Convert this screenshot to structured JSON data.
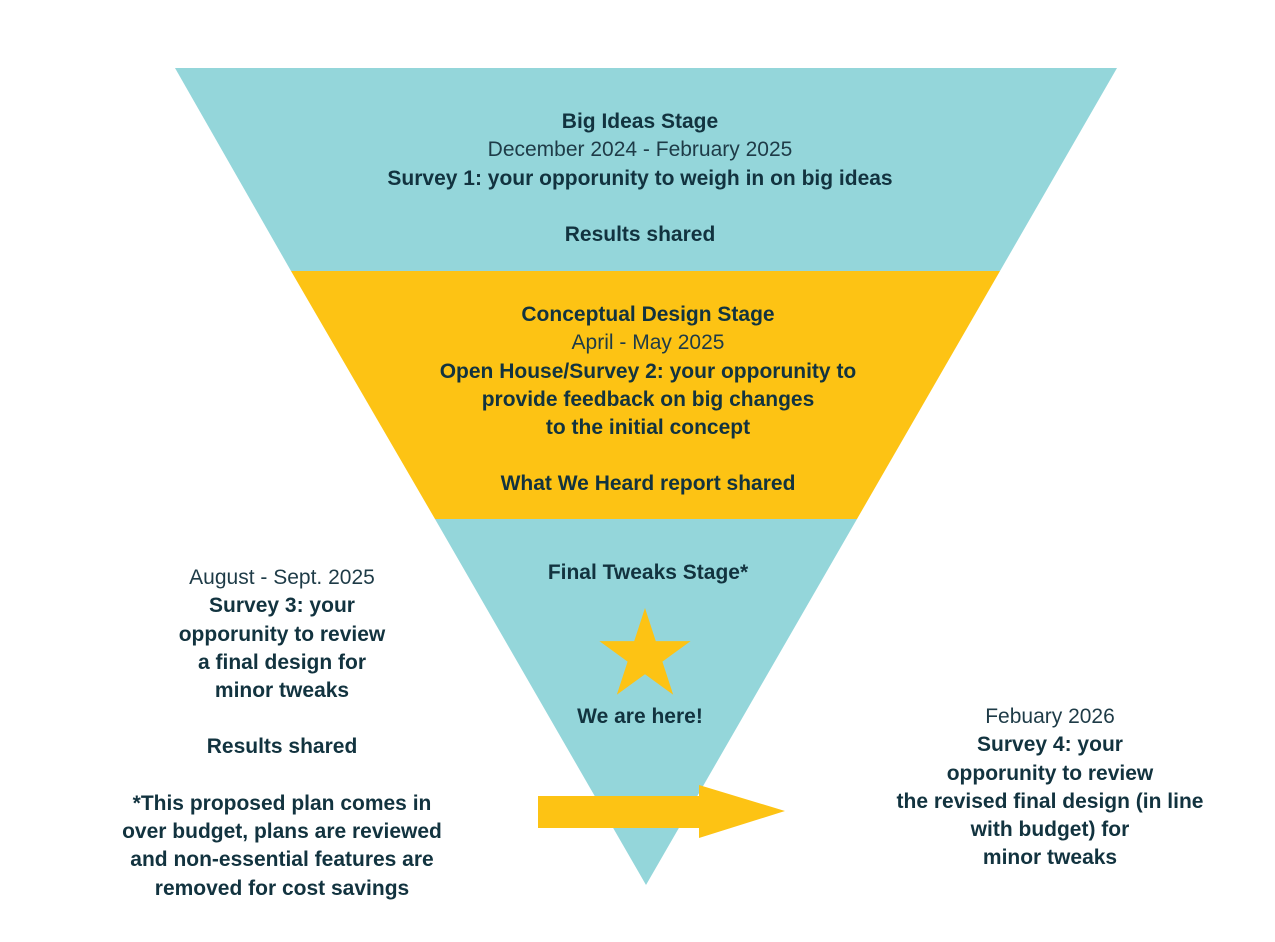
{
  "colors": {
    "teal": "#94d6da",
    "yellow": "#fdc314",
    "text": "#12333f",
    "background": "#ffffff"
  },
  "stage1": {
    "title": "Big Ideas Stage",
    "dates": "December 2024 - February 2025",
    "survey": "Survey 1: your opporunity to weigh in on big ideas",
    "result": "Results shared"
  },
  "stage2": {
    "title": "Conceptual Design Stage",
    "dates": "April - May 2025",
    "line1": "Open House/Survey 2: your opporunity to",
    "line2": "provide feedback on big changes",
    "line3": "to the initial concept",
    "result": "What We Heard report shared"
  },
  "stage3": {
    "title": "Final Tweaks Stage*",
    "marker_icon": "star-icon",
    "marker_label": "We are here!"
  },
  "left_note": {
    "dates": "August - Sept. 2025",
    "line1": "Survey 3: your",
    "line2": "opporunity to review",
    "line3": "a final design for",
    "line4": "minor tweaks",
    "result": "Results shared",
    "footnote1": "*This proposed plan comes in",
    "footnote2": "over budget, plans are reviewed",
    "footnote3": "and non-essential features are",
    "footnote4": "removed for cost savings"
  },
  "right_note": {
    "arrow_icon": "right-arrow-icon",
    "dates": "Febuary 2026",
    "line1": "Survey 4: your",
    "line2": "opporunity to review",
    "line3": "the revised final design (in line",
    "line4": "with budget) for",
    "line5": "minor tweaks"
  }
}
